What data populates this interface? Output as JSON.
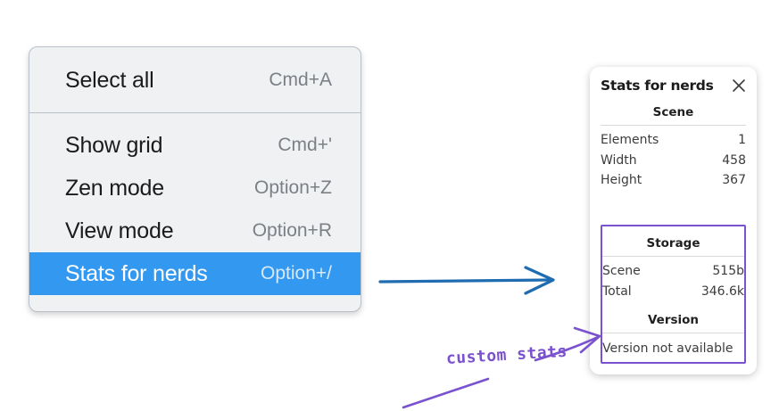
{
  "menu": {
    "groups": [
      {
        "items": [
          {
            "label": "Select all",
            "shortcut": "Cmd+A",
            "highlighted": false
          }
        ]
      },
      {
        "items": [
          {
            "label": "Show grid",
            "shortcut": "Cmd+'",
            "highlighted": false
          },
          {
            "label": "Zen mode",
            "shortcut": "Option+Z",
            "highlighted": false
          },
          {
            "label": "View mode",
            "shortcut": "Option+R",
            "highlighted": false
          },
          {
            "label": "Stats for nerds",
            "shortcut": "Option+/",
            "highlighted": true
          }
        ]
      }
    ],
    "highlight_color": "#3399f0"
  },
  "stats_panel": {
    "title": "Stats for nerds",
    "close_icon": "close-icon",
    "sections": [
      {
        "header": "Scene",
        "rows": [
          {
            "label": "Elements",
            "value": "1"
          },
          {
            "label": "Width",
            "value": "458"
          },
          {
            "label": "Height",
            "value": "367"
          }
        ]
      },
      {
        "header": "Storage",
        "rows": [
          {
            "label": "Scene",
            "value": "515b"
          },
          {
            "label": "Total",
            "value": "346.6k"
          }
        ]
      },
      {
        "header": "Version",
        "single_line": "Version not available"
      }
    ]
  },
  "annotations": {
    "custom_stats_label": "custom stats",
    "arrow_blue_color": "#1f6cb0",
    "arrow_purple_color": "#7a52cf",
    "highlight_box_color": "#7a52cf"
  }
}
